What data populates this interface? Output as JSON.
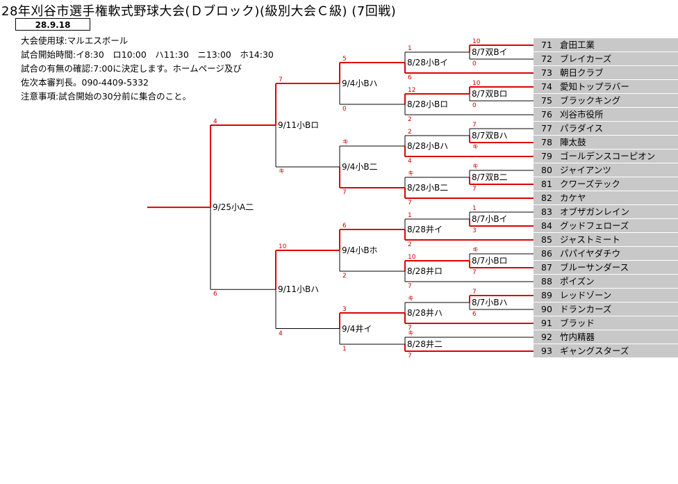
{
  "header": {
    "title": "28年刈谷市選手権軟式野球大会(Ｄブロック)(級別大会Ｃ級) (7回戦)",
    "date": "28.9.18",
    "lines": [
      "大会使用球:マルエスボール",
      "試合開始時間:イ8:30　ロ10:00　ハ11:30　ニ13:00　ホ14:30",
      "試合の有無の確認:7:00に決定します。ホームページ及び",
      "佐次本審判長。090-4409-5332",
      "注意事項:試合開始の30分前に集合のこと。"
    ]
  },
  "teams": [
    {
      "num": "71",
      "name": "倉田工業"
    },
    {
      "num": "72",
      "name": "ブレイカーズ"
    },
    {
      "num": "73",
      "name": "朝日クラブ"
    },
    {
      "num": "74",
      "name": "愛知トップラバー"
    },
    {
      "num": "75",
      "name": "ブラックキング"
    },
    {
      "num": "76",
      "name": "刈谷市役所"
    },
    {
      "num": "77",
      "name": "パラダイス"
    },
    {
      "num": "78",
      "name": "陣太鼓"
    },
    {
      "num": "79",
      "name": "ゴールデンスコーピオン"
    },
    {
      "num": "80",
      "name": "ジャイアンツ"
    },
    {
      "num": "81",
      "name": "クワーズテック"
    },
    {
      "num": "82",
      "name": "カケヤ"
    },
    {
      "num": "83",
      "name": "オブザガンレイン"
    },
    {
      "num": "84",
      "name": "グッドフェローズ"
    },
    {
      "num": "85",
      "name": "ジャストミート"
    },
    {
      "num": "86",
      "name": "パパイヤダチウ"
    },
    {
      "num": "87",
      "name": "ブルーサンダース"
    },
    {
      "num": "88",
      "name": "ポイズン"
    },
    {
      "num": "89",
      "name": "レッドゾーン"
    },
    {
      "num": "90",
      "name": "ドランカーズ"
    },
    {
      "num": "91",
      "name": "ブラッド"
    },
    {
      "num": "92",
      "name": "竹内精器"
    },
    {
      "num": "93",
      "name": "ギャングスターズ"
    }
  ],
  "matches": {
    "r1": [
      "8/7双Bイ",
      "8/7双Bロ",
      "8/7双Bハ",
      "8/7双B二",
      "8/7小Bイ",
      "8/7小Bロ",
      "8/7小Bハ"
    ],
    "r2": [
      "8/28小Bイ",
      "8/28小Bロ",
      "8/28小Bハ",
      "8/28小B二",
      "8/28井イ",
      "8/28井ロ",
      "8/28井ハ",
      "8/28井二"
    ],
    "r3": [
      "9/4小Bハ",
      "9/4小B二",
      "9/4小Bホ",
      "9/4井イ"
    ],
    "r4": [
      "9/11小Bロ",
      "9/11小Bハ"
    ],
    "r5": [
      "9/25小A二"
    ]
  },
  "scores": {
    "r1": [
      [
        "10",
        "0"
      ],
      [
        "10",
        "0"
      ],
      [
        "7",
        "キ"
      ],
      [
        "キ",
        "7"
      ],
      [
        "1",
        "3"
      ],
      [
        "キ",
        "7"
      ],
      [
        "7",
        "6"
      ]
    ],
    "r2": [
      [
        "1",
        "6"
      ],
      [
        "12",
        "2"
      ],
      [
        "2",
        "4"
      ],
      [
        "キ",
        "7"
      ],
      [
        "1",
        "2"
      ],
      [
        "10",
        "7"
      ],
      [
        "キ",
        "7"
      ],
      [
        "キ",
        "7"
      ]
    ],
    "r3": [
      [
        "5",
        "0"
      ],
      [
        "キ",
        "7"
      ],
      [
        "6",
        "2"
      ],
      [
        "3",
        "1"
      ]
    ],
    "r4": [
      [
        "7",
        "キ"
      ],
      [
        "10",
        "4"
      ]
    ],
    "r5": [
      [
        "4",
        "6"
      ]
    ]
  }
}
